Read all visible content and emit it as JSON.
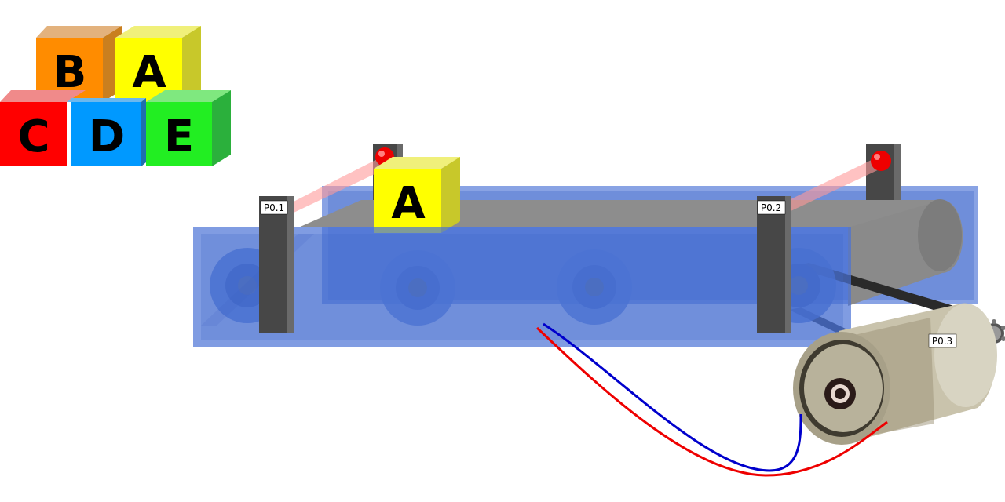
{
  "blocks": [
    {
      "letter": "B",
      "color": "#ff8c00"
    },
    {
      "letter": "A",
      "color": "#ffff00"
    },
    {
      "letter": "C",
      "color": "#ff0000"
    },
    {
      "letter": "D",
      "color": "#0099ff"
    },
    {
      "letter": "E",
      "color": "#22ee22"
    }
  ],
  "conveyor_block": {
    "letter": "A",
    "color": "#ffff00"
  },
  "labels": {
    "sensor_1": "P0.1",
    "sensor_2": "P0.2",
    "motor": "P0.3"
  },
  "colors": {
    "conveyor": "#4a72d6",
    "belt": "#8a8a8a",
    "post": "#474747",
    "led": "#ee0000",
    "wire_positive": "#ee0000",
    "wire_negative": "#0000cc",
    "motor_body": "#c9c3ac"
  }
}
